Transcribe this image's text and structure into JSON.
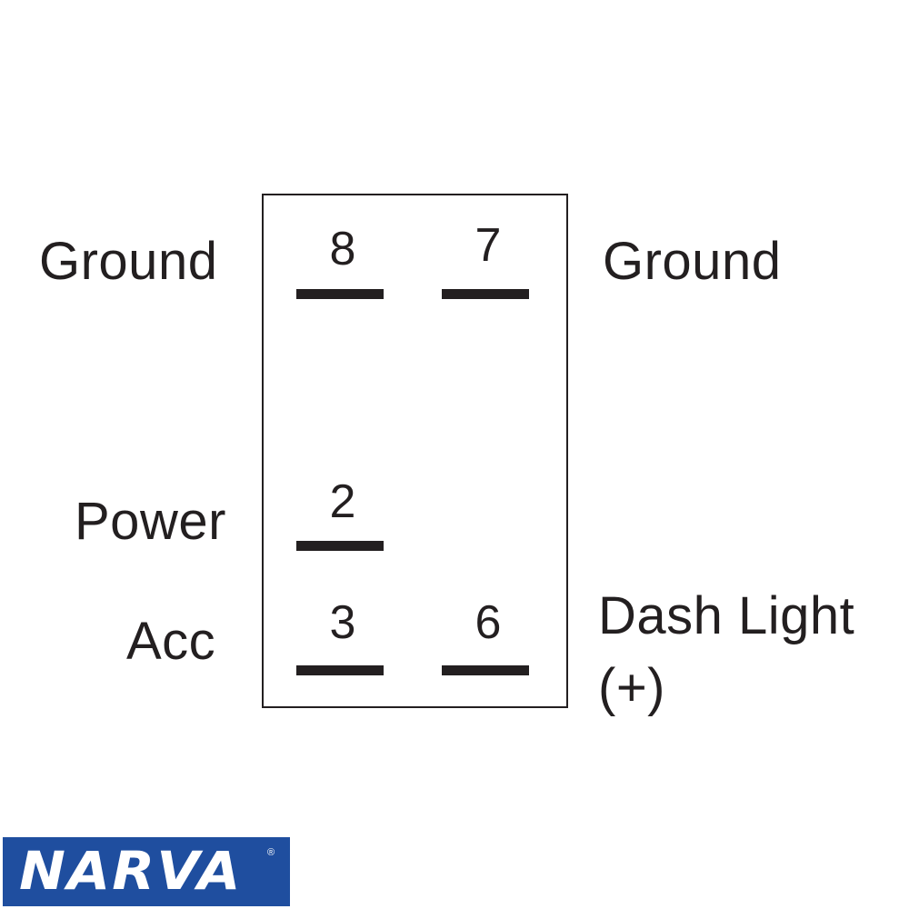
{
  "pins": {
    "p8": {
      "number": "8",
      "label": "Ground"
    },
    "p7": {
      "number": "7",
      "label": "Ground"
    },
    "p2": {
      "number": "2",
      "label": "Power"
    },
    "p3": {
      "number": "3",
      "label": "Acc"
    },
    "p6": {
      "number": "6",
      "label_line1": "Dash Light",
      "label_line2": "(+)"
    }
  },
  "logo": {
    "text": "NARVA",
    "registered": "®",
    "color": "#1f4e9f"
  },
  "colors": {
    "ink": "#231f20",
    "background": "#ffffff"
  }
}
